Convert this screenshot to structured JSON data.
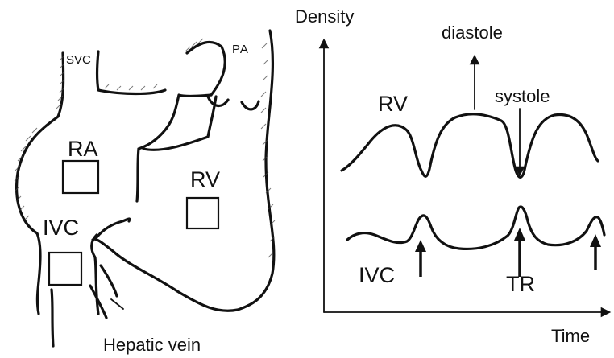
{
  "heart": {
    "labels": {
      "svc": "SVC",
      "pa": "PA",
      "ra": "RA",
      "rv": "RV",
      "ivc": "IVC",
      "hepatic_vein": "Hepatic vein"
    }
  },
  "graph": {
    "y_axis_label": "Density",
    "x_axis_label": "Time",
    "annotations": {
      "diastole": "diastole",
      "systole": "systole",
      "tr": "TR",
      "rv_curve": "RV",
      "ivc_curve": "IVC"
    }
  }
}
